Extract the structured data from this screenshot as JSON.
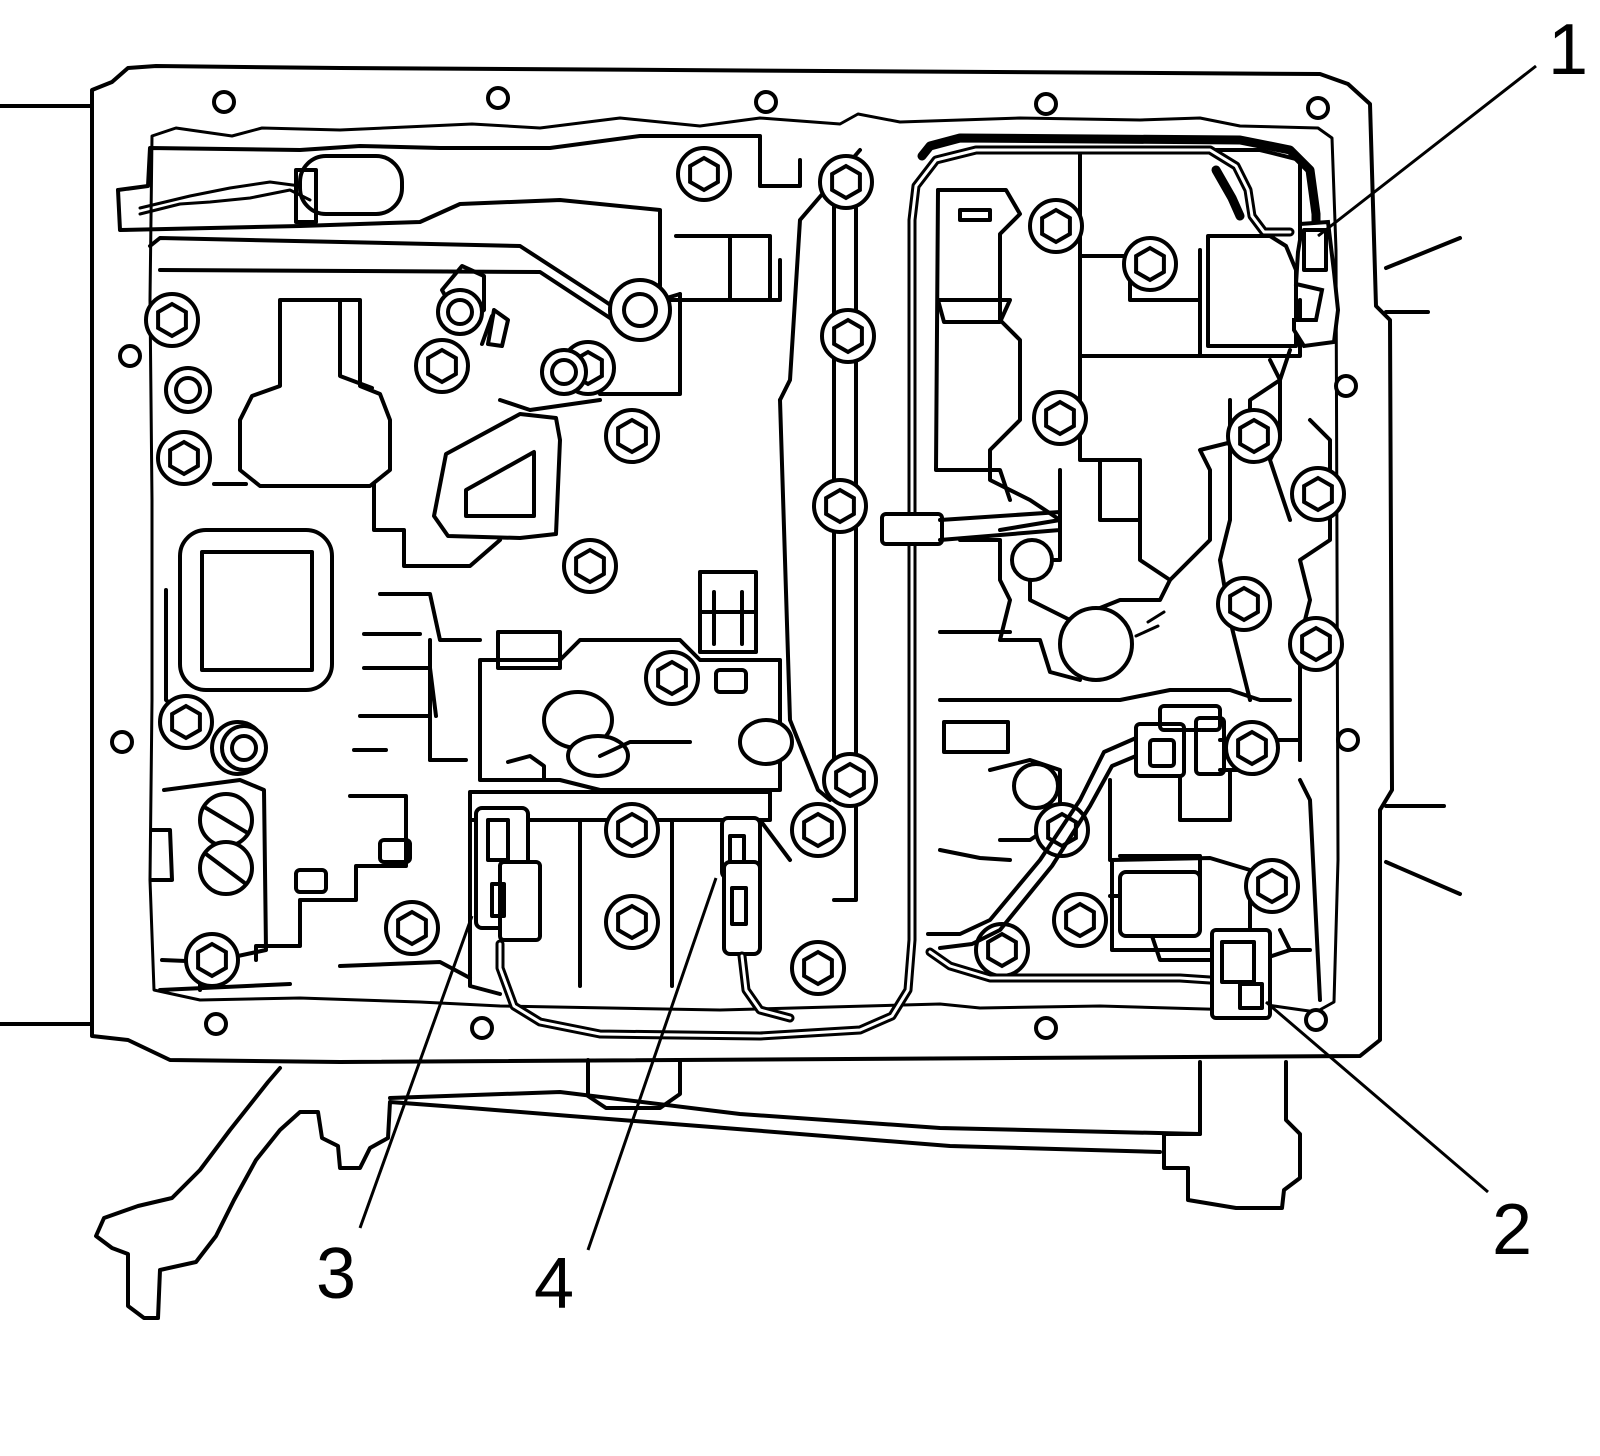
{
  "callouts": [
    {
      "id": "1",
      "label": "1"
    },
    {
      "id": "2",
      "label": "2"
    },
    {
      "id": "3",
      "label": "3"
    },
    {
      "id": "4",
      "label": "4"
    }
  ],
  "colors": {
    "stroke": "#000000",
    "background": "#ffffff"
  }
}
